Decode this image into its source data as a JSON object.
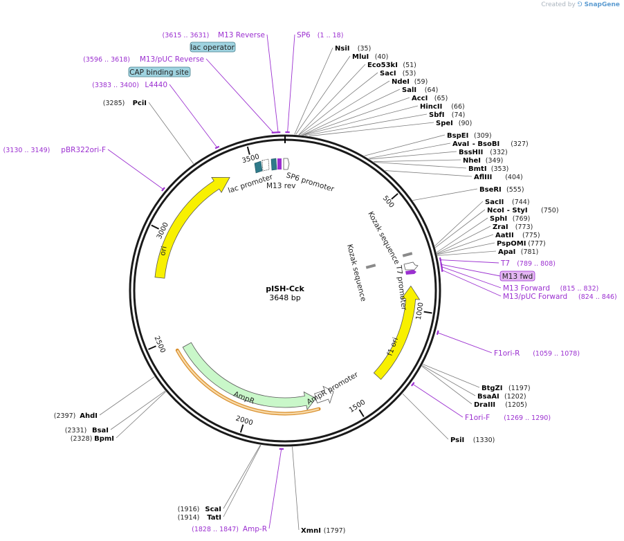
{
  "credit": {
    "prefix": "Created by",
    "brand": "SnapGene"
  },
  "plasmid": {
    "name": "pISH-Cck",
    "size": "3648 bp",
    "length": 3648
  },
  "colors": {
    "backbone": "#1a1a1a",
    "primer": "#9b2fd0",
    "yellow": "#f8f000",
    "amp": "#c9f7c9",
    "amp_outline": "#d98e2a",
    "protein_box": "#9fd3e0",
    "primer_box": "#e3b6f2"
  },
  "ticks": [
    {
      "pos": 500,
      "label": "500"
    },
    {
      "pos": 1000,
      "label": "1000"
    },
    {
      "pos": 1500,
      "label": "1500"
    },
    {
      "pos": 2000,
      "label": "2000"
    },
    {
      "pos": 2500,
      "label": "2500"
    },
    {
      "pos": 3000,
      "label": "3000"
    },
    {
      "pos": 3500,
      "label": "3500"
    }
  ],
  "sites": [
    {
      "name": "NsiI",
      "pos": "(35)",
      "bp": 35
    },
    {
      "name": "MluI",
      "pos": "(40)",
      "bp": 40
    },
    {
      "name": "Eco53kI",
      "pos": "(51)",
      "bp": 51
    },
    {
      "name": "SacI",
      "pos": "(53)",
      "bp": 53
    },
    {
      "name": "NdeI",
      "pos": "(59)",
      "bp": 59
    },
    {
      "name": "SalI",
      "pos": "(64)",
      "bp": 64
    },
    {
      "name": "AccI",
      "pos": "(65)",
      "bp": 65
    },
    {
      "name": "HincII",
      "pos": "(66)",
      "bp": 66
    },
    {
      "name": "SbfI",
      "pos": "(74)",
      "bp": 74
    },
    {
      "name": "SpeI",
      "pos": "(90)",
      "bp": 90
    },
    {
      "name": "BspEI",
      "pos": "(309)",
      "bp": 309
    },
    {
      "name": "AvaI",
      "sep": "- ",
      "name2": "BsoBI",
      "pos": "(327)",
      "bp": 327
    },
    {
      "name": "BssHII",
      "pos": "(332)",
      "bp": 332
    },
    {
      "name": "NheI",
      "pos": "(349)",
      "bp": 349
    },
    {
      "name": "BmtI",
      "pos": "(353)",
      "bp": 353
    },
    {
      "name": "AflIII",
      "pos": "(404)",
      "bp": 404
    },
    {
      "name": "BseRI",
      "pos": "(555)",
      "bp": 555
    },
    {
      "name": "SacII",
      "pos": "(744)",
      "bp": 744
    },
    {
      "name": "NcoI",
      "sep": "- ",
      "name2": "StyI",
      "pos": "(750)",
      "bp": 750
    },
    {
      "name": "SphI",
      "pos": "(769)",
      "bp": 769
    },
    {
      "name": "ZraI",
      "pos": "(773)",
      "bp": 773
    },
    {
      "name": "AatII",
      "pos": "(775)",
      "bp": 775
    },
    {
      "name": "PspOMI",
      "pos": "(777)",
      "bp": 777
    },
    {
      "name": "ApaI",
      "pos": "(781)",
      "bp": 781
    },
    {
      "name": "BtgZI",
      "pos": "(1197)",
      "bp": 1197
    },
    {
      "name": "BsaAI",
      "pos": "(1202)",
      "bp": 1202
    },
    {
      "name": "DraIII",
      "pos": "(1205)",
      "bp": 1205
    },
    {
      "name": "PsiI",
      "pos": "(1330)",
      "bp": 1330
    },
    {
      "name": "XmnI",
      "pos": "(1797)",
      "bp": 1797
    },
    {
      "name": "TatI",
      "pos": "(1914)",
      "bp": 1914
    },
    {
      "name": "ScaI",
      "pos": "(1916)",
      "bp": 1916
    },
    {
      "name": "BpmI",
      "pos": "(2328)",
      "bp": 2328
    },
    {
      "name": "BsaI",
      "pos": "(2331)",
      "bp": 2331
    },
    {
      "name": "AhdI",
      "pos": "(2397)",
      "bp": 2397
    },
    {
      "name": "PciI",
      "pos": "(3285)",
      "bp": 3285
    }
  ],
  "primers": [
    {
      "name": "M13 Reverse",
      "pos": "(3615 .. 3631)",
      "bp": 3623
    },
    {
      "name": "SP6",
      "pos": "(1 .. 18)",
      "bp": 9
    },
    {
      "name": "M13/pUC Reverse",
      "pos": "(3596 .. 3618)",
      "bp": 3607
    },
    {
      "name": "L4440",
      "pos": "(3383 .. 3400)",
      "bp": 3391
    },
    {
      "name": "pBR322ori-F",
      "pos": "(3130 .. 3149)",
      "bp": 3139
    },
    {
      "name": "T7",
      "pos": "(789 .. 808)",
      "bp": 798
    },
    {
      "name": "M13 fwd",
      "pos": "",
      "bp": 815
    },
    {
      "name": "M13 Forward",
      "pos": "(815 .. 832)",
      "bp": 823
    },
    {
      "name": "M13/pUC Forward",
      "pos": "(824 .. 846)",
      "bp": 835
    },
    {
      "name": "F1ori-R",
      "pos": "(1059 .. 1078)",
      "bp": 1068
    },
    {
      "name": "F1ori-F",
      "pos": "(1269 .. 1290)",
      "bp": 1279
    },
    {
      "name": "Amp-R",
      "pos": "(1828 .. 1847)",
      "bp": 1837
    }
  ],
  "boxes": {
    "lac_operator": "lac operator",
    "cap_site": "CAP binding site",
    "m13_fwd": "M13 fwd"
  },
  "features": [
    {
      "name": "f1 ori",
      "start": 891,
      "end": 1346,
      "dir": "rev",
      "color": "yellow"
    },
    {
      "name": "ori",
      "start": 2795,
      "end": 3384,
      "dir": "fwd",
      "color": "yellow"
    },
    {
      "name": "AmpR",
      "start": 1662,
      "end": 2442,
      "dir": "rev",
      "color": "green"
    },
    {
      "name": "AmpR promoter",
      "start": 1564,
      "end": 1662,
      "dir": "rev",
      "color": "white"
    }
  ],
  "feature_labels": {
    "lac_promoter": "lac promoter",
    "m13_rev": "M13 rev",
    "sp6_promoter": "SP6 promoter",
    "kozak1": "Kozak sequence",
    "kozak2": "Kozak sequence",
    "t7_promoter": "T7 promoter",
    "f1_ori": "f1 ori",
    "ori": "ori",
    "ampr": "AmpR",
    "ampr_promoter": "AmpR promoter"
  }
}
